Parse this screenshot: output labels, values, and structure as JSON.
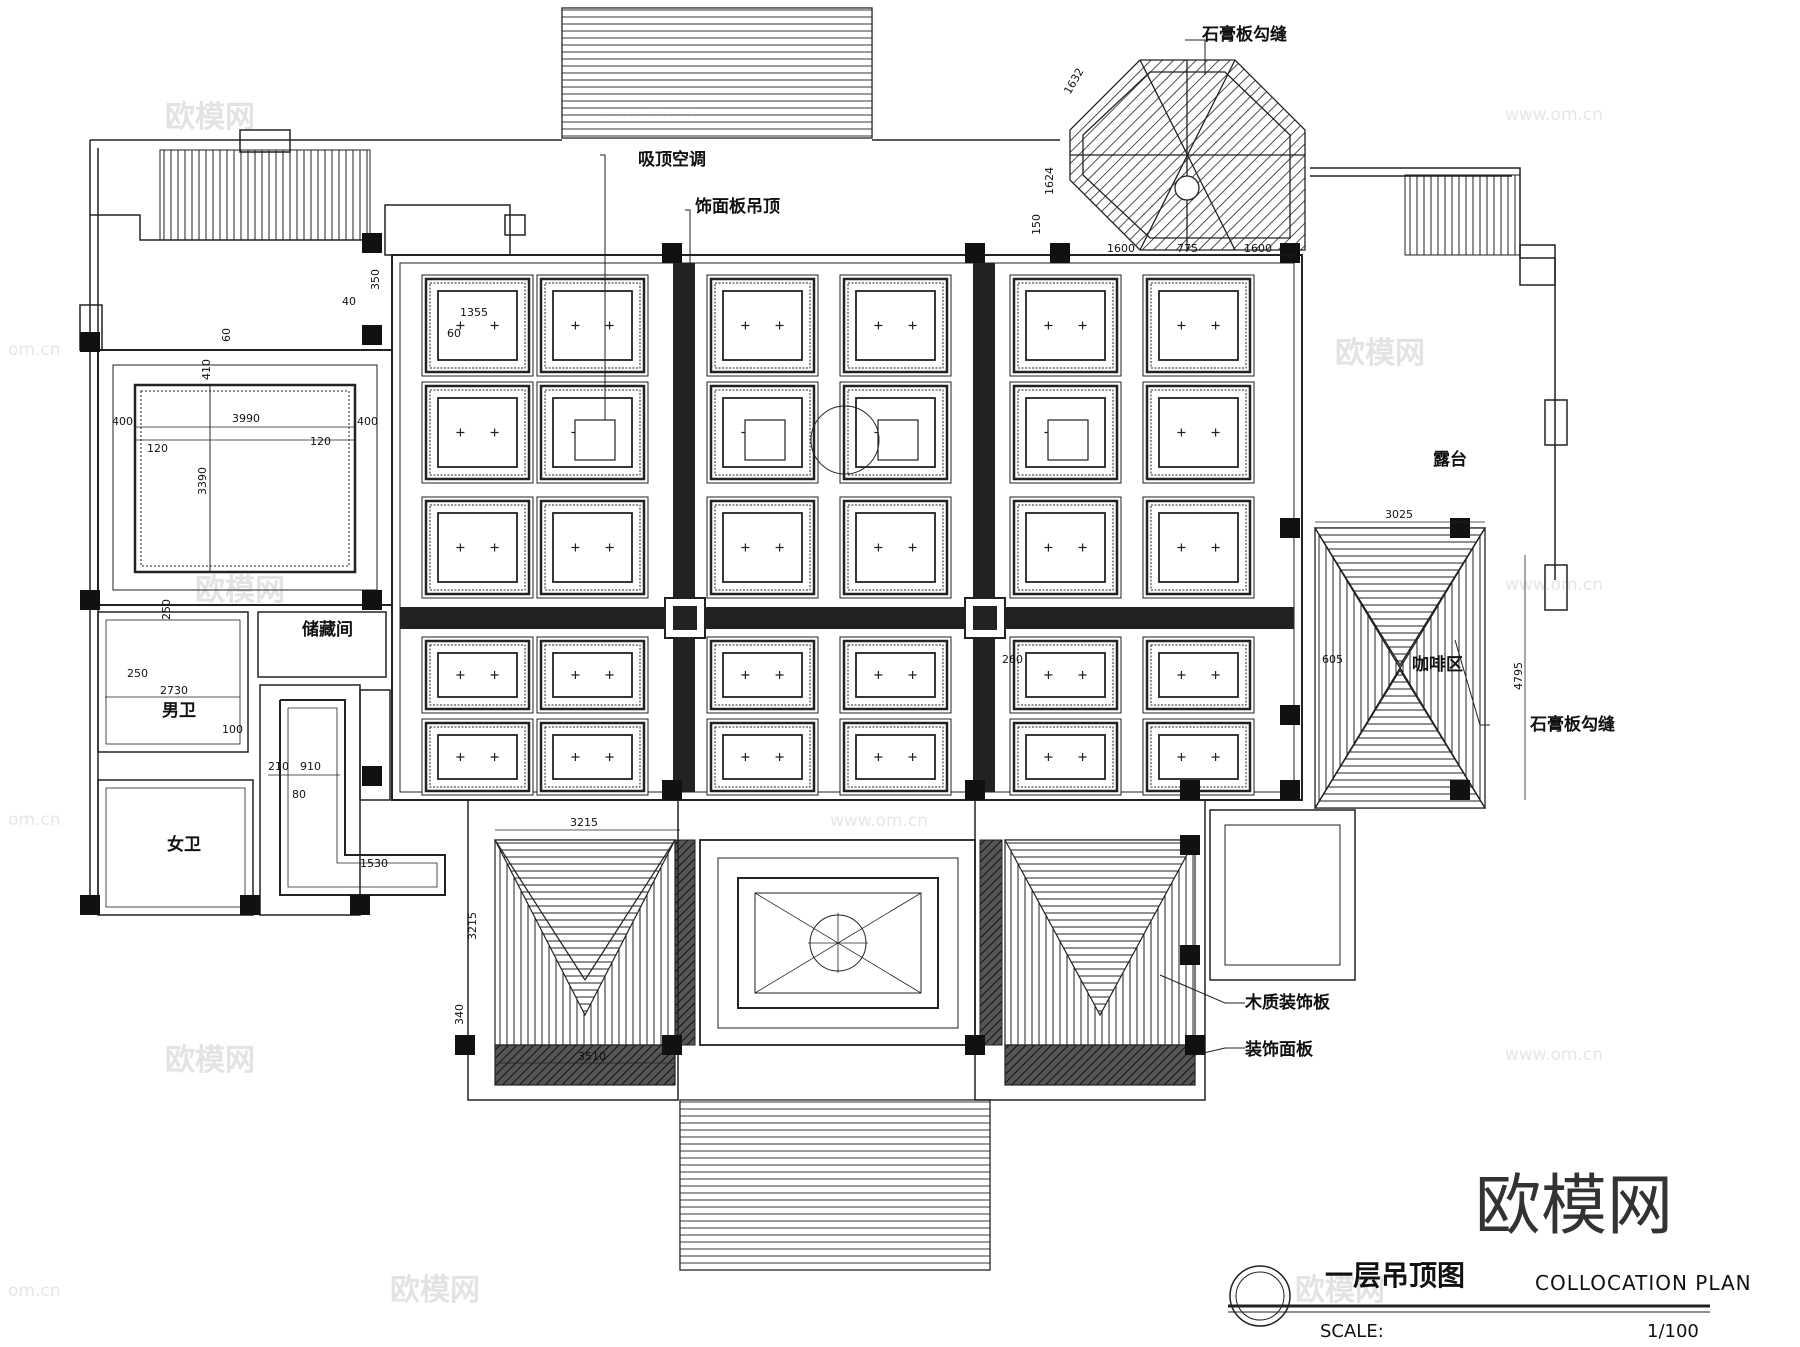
{
  "plan": {
    "title_cn": "一层吊顶图",
    "title_en": "COLLOCATION PLAN",
    "scale_label": "SCALE:",
    "scale_value": "1/100",
    "brand": "欧模网",
    "watermark_cn": "欧模网",
    "watermark_url": "www.om.cn",
    "watermark_edge": "om.cn"
  },
  "labels": {
    "gypsum_joint_top": "石膏板勾缝",
    "ceiling_ac": "吸顶空调",
    "decor_panel_ceiling": "饰面板吊顶",
    "terrace": "露台",
    "storage": "储藏间",
    "mens_toilet": "男卫",
    "womens_toilet": "女卫",
    "coffee_area": "咖啡区",
    "gypsum_joint_right": "石膏板勾缝",
    "wood_decor_panel": "木质装饰板",
    "decor_face_panel": "装饰面板"
  },
  "dimensions": {
    "d3990": "3990",
    "d3390": "3390",
    "d1355": "1355",
    "d2730": "2730",
    "d910": "910",
    "d1530": "1530",
    "d3215a": "3215",
    "d3215b": "3215",
    "d3510": "3510",
    "d3025": "3025",
    "d4795": "4795",
    "d1632": "1632",
    "d1624": "1624",
    "d1600a": "1600",
    "d775": "775",
    "d1600b": "1600",
    "d340": "340",
    "d605": "605",
    "d400a": "400",
    "d400b": "400",
    "d120a": "120",
    "d120b": "120",
    "d60a": "60",
    "d60b": "60",
    "d250a": "250",
    "d250b": "250",
    "d100": "100",
    "d40": "40",
    "d150": "150",
    "d350": "350",
    "d210": "210",
    "d80": "80",
    "d260": "260",
    "d410": "410"
  }
}
